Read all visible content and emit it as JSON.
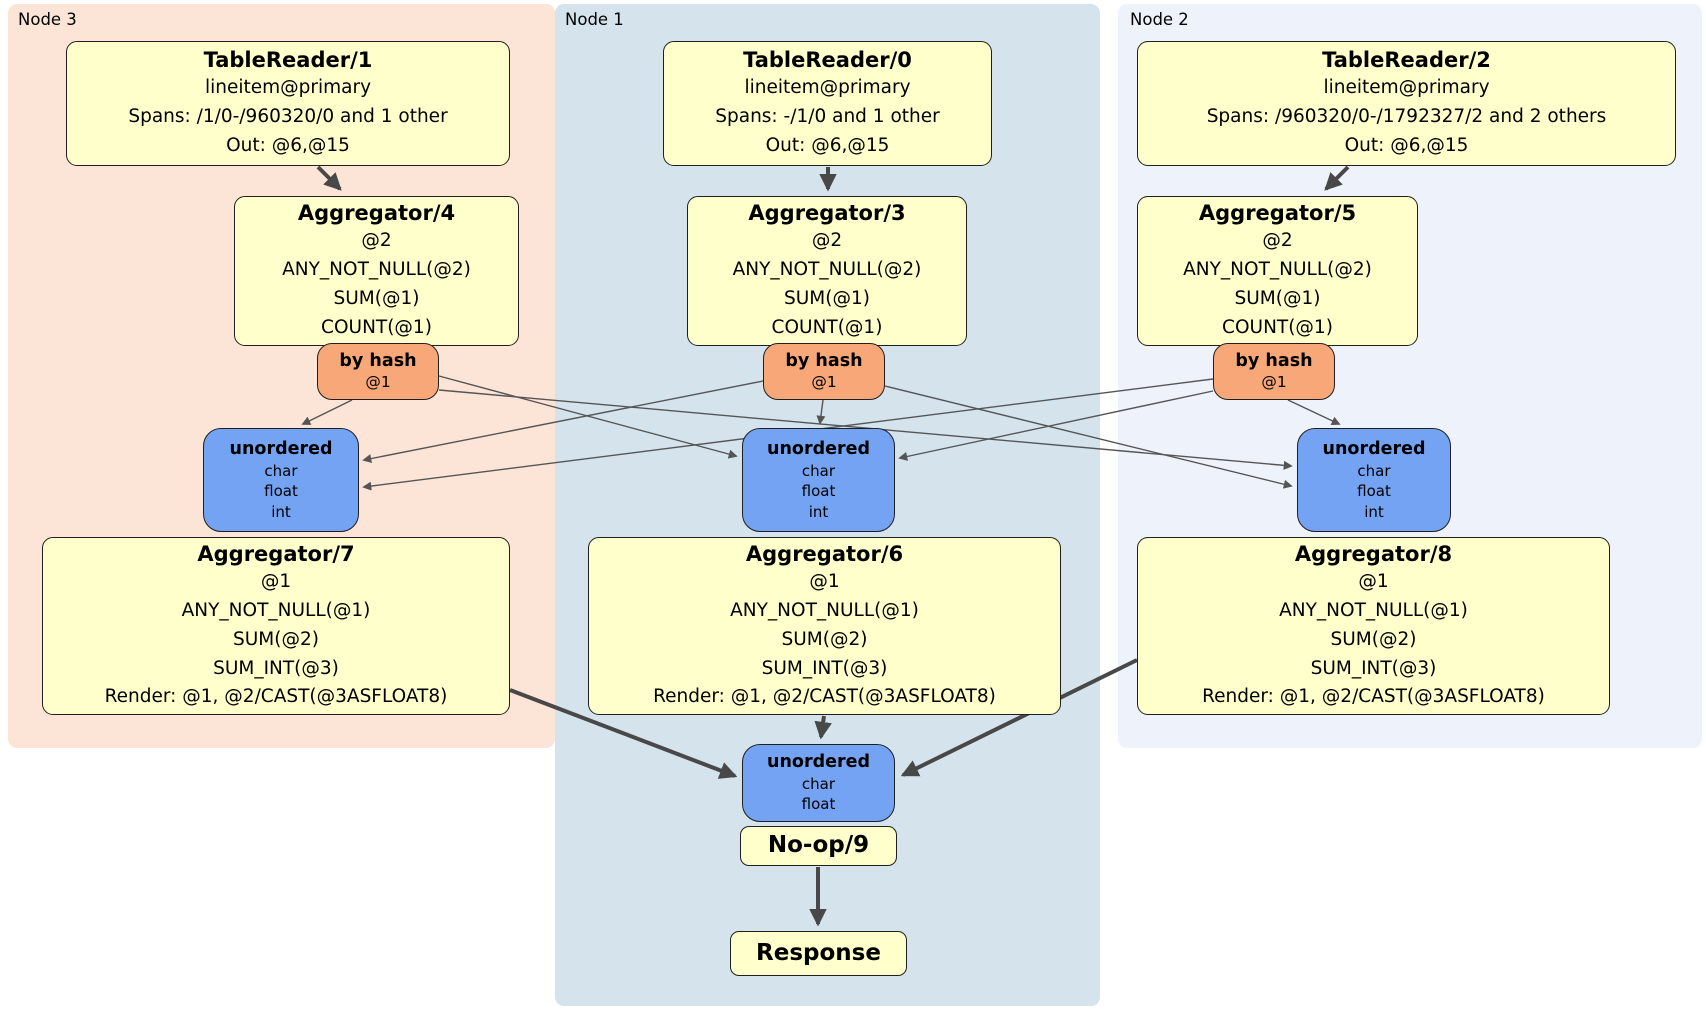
{
  "diagram": {
    "kind": "distributed SQL physical plan",
    "panels": {
      "node3": {
        "label": "Node 3",
        "bg": "#fce4d6"
      },
      "node1": {
        "label": "Node 1",
        "bg": "#d5e3ed"
      },
      "node2": {
        "label": "Node 2",
        "bg": "#edf2fb"
      }
    },
    "colors": {
      "processor_fill": "#ffffcc",
      "router_fill": "#f8a878",
      "stream_fill": "#74a3f3",
      "border": "#1f1f1f",
      "edge": "#4d4d4d"
    },
    "processors": {
      "tr1": {
        "title": "TableReader/1",
        "lines": [
          "lineitem@primary",
          "Spans: /1/0-/960320/0 and 1 other",
          "Out: @6,@15"
        ]
      },
      "agg4": {
        "title": "Aggregator/4",
        "lines": [
          "@2",
          "ANY_NOT_NULL(@2)",
          "SUM(@1)",
          "COUNT(@1)"
        ]
      },
      "hash3": {
        "title": "by hash",
        "lines": [
          "@1"
        ]
      },
      "uno3": {
        "title": "unordered",
        "lines": [
          "char",
          "float",
          "int"
        ]
      },
      "agg7": {
        "title": "Aggregator/7",
        "lines": [
          "@1",
          "ANY_NOT_NULL(@1)",
          "SUM(@2)",
          "SUM_INT(@3)",
          "Render: @1, @2/CAST(@3ASFLOAT8)"
        ]
      },
      "tr0": {
        "title": "TableReader/0",
        "lines": [
          "lineitem@primary",
          "Spans: -/1/0 and 1 other",
          "Out: @6,@15"
        ]
      },
      "agg3": {
        "title": "Aggregator/3",
        "lines": [
          "@2",
          "ANY_NOT_NULL(@2)",
          "SUM(@1)",
          "COUNT(@1)"
        ]
      },
      "hash1": {
        "title": "by hash",
        "lines": [
          "@1"
        ]
      },
      "uno1": {
        "title": "unordered",
        "lines": [
          "char",
          "float",
          "int"
        ]
      },
      "agg6": {
        "title": "Aggregator/6",
        "lines": [
          "@1",
          "ANY_NOT_NULL(@1)",
          "SUM(@2)",
          "SUM_INT(@3)",
          "Render: @1, @2/CAST(@3ASFLOAT8)"
        ]
      },
      "unofinal": {
        "title": "unordered",
        "lines": [
          "char",
          "float"
        ]
      },
      "noop": {
        "title": "No-op/9"
      },
      "response": {
        "title": "Response"
      },
      "tr2": {
        "title": "TableReader/2",
        "lines": [
          "lineitem@primary",
          "Spans: /960320/0-/1792327/2 and 2 others",
          "Out: @6,@15"
        ]
      },
      "agg5": {
        "title": "Aggregator/5",
        "lines": [
          "@2",
          "ANY_NOT_NULL(@2)",
          "SUM(@1)",
          "COUNT(@1)"
        ]
      },
      "hash2": {
        "title": "by hash",
        "lines": [
          "@1"
        ]
      },
      "uno2": {
        "title": "unordered",
        "lines": [
          "char",
          "float",
          "int"
        ]
      },
      "agg8": {
        "title": "Aggregator/8",
        "lines": [
          "@1",
          "ANY_NOT_NULL(@1)",
          "SUM(@2)",
          "SUM_INT(@3)",
          "Render: @1, @2/CAST(@3ASFLOAT8)"
        ]
      }
    },
    "edges": [
      {
        "from": "tr1",
        "to": "agg4"
      },
      {
        "from": "tr0",
        "to": "agg3"
      },
      {
        "from": "tr2",
        "to": "agg5"
      },
      {
        "from": "hash3",
        "to": "uno3"
      },
      {
        "from": "hash3",
        "to": "uno1"
      },
      {
        "from": "hash3",
        "to": "uno2"
      },
      {
        "from": "hash1",
        "to": "uno3"
      },
      {
        "from": "hash1",
        "to": "uno1"
      },
      {
        "from": "hash1",
        "to": "uno2"
      },
      {
        "from": "hash2",
        "to": "uno3"
      },
      {
        "from": "hash2",
        "to": "uno1"
      },
      {
        "from": "hash2",
        "to": "uno2"
      },
      {
        "from": "agg7",
        "to": "unofinal"
      },
      {
        "from": "agg6",
        "to": "unofinal"
      },
      {
        "from": "agg8",
        "to": "unofinal"
      },
      {
        "from": "noop",
        "to": "response"
      }
    ]
  }
}
